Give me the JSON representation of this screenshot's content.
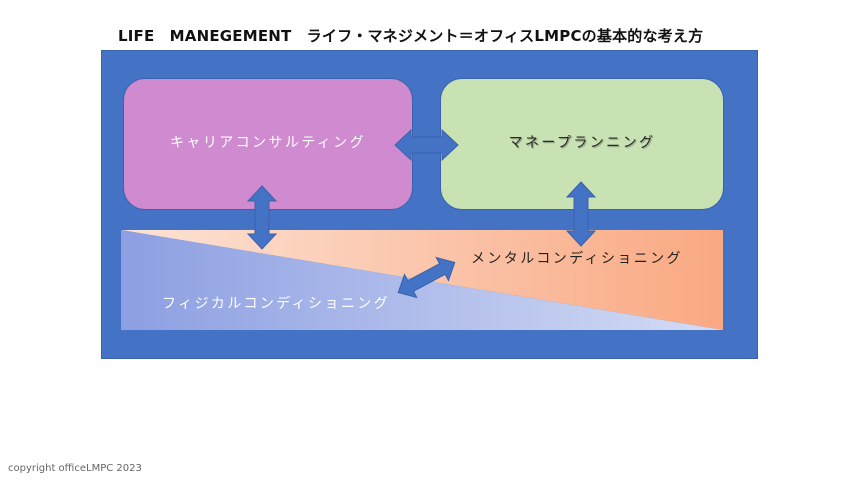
{
  "title": "LIFE　MANEGEMENT　ライフ・マネジメント＝オフィスLMPCの基本的な考え方",
  "diagram": {
    "frame_color": "#4472c4",
    "arrow_color": "#4472c4",
    "nodes": {
      "career": {
        "label": "キャリアコンサルティング",
        "color": "#cf8ad0",
        "text_color": "#ffffff"
      },
      "money": {
        "label": "マネープランニング",
        "color": "#c9e2b3",
        "text_color": "#2a2a2a"
      },
      "mental": {
        "label": "メンタルコンディショニング",
        "gradient": [
          "#fde3d6",
          "#f9a982"
        ],
        "text_color": "#222222"
      },
      "physical": {
        "label": "フィジカルコンディショニング",
        "gradient": [
          "#8d9fe2",
          "#d4dcf4"
        ],
        "text_color": "#ffffff"
      }
    },
    "connections": [
      {
        "from": "career",
        "to": "money",
        "type": "double-arrow",
        "direction": "horizontal"
      },
      {
        "from": "career",
        "to": "mental",
        "type": "double-arrow",
        "direction": "vertical"
      },
      {
        "from": "money",
        "to": "mental",
        "type": "double-arrow",
        "direction": "vertical"
      },
      {
        "from": "physical",
        "to": "mental",
        "type": "double-arrow",
        "direction": "diagonal"
      }
    ]
  },
  "footer": {
    "copyright": "copyright officeLMPC 2023"
  }
}
